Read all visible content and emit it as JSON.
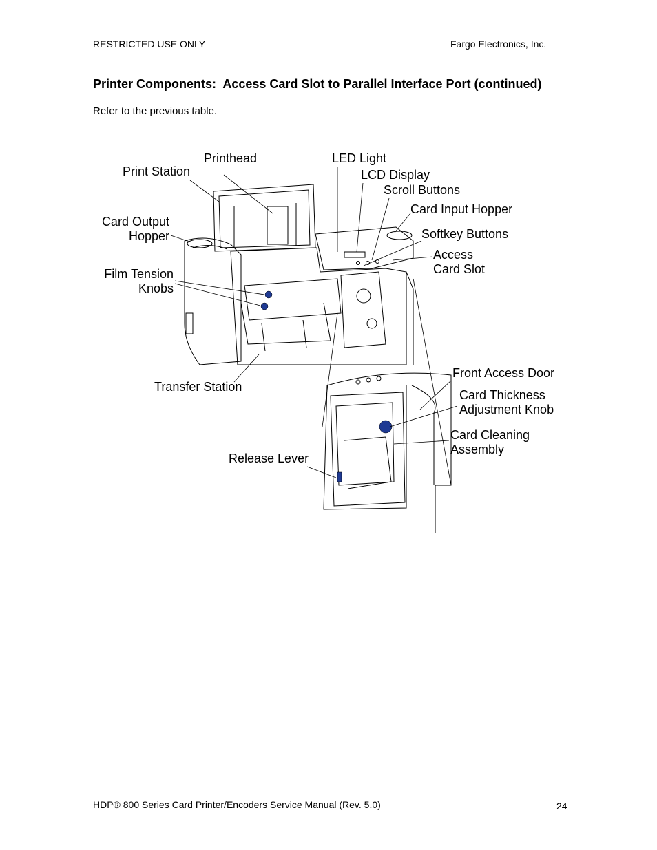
{
  "header": {
    "left": "RESTRICTED USE ONLY",
    "right": "Fargo Electronics, Inc."
  },
  "section_title": "Printer Components:  Access Card Slot to Parallel Interface Port (continued)",
  "intro": "Refer to the previous table.",
  "figure_labels": {
    "printhead": "Printhead",
    "print_station": "Print Station",
    "led_light": "LED Light",
    "lcd_display": "LCD Display",
    "scroll_buttons": "Scroll Buttons",
    "card_input_hopper": "Card Input Hopper",
    "card_output_hopper_1": "Card Output",
    "card_output_hopper_2": "Hopper",
    "softkey_buttons": "Softkey Buttons",
    "access_card_slot_1": "Access",
    "access_card_slot_2": "Card Slot",
    "film_tension_knobs_1": "Film Tension",
    "film_tension_knobs_2": "Knobs",
    "transfer_station": "Transfer Station",
    "front_access_door": "Front Access Door",
    "card_thickness_1": "Card Thickness",
    "card_thickness_2": "Adjustment Knob",
    "card_cleaning_1": "Card Cleaning",
    "card_cleaning_2": "Assembly",
    "release_lever": "Release Lever"
  },
  "colors": {
    "knob_blue": "#1f3a93",
    "line": "#000000"
  },
  "footer": {
    "left": "HDP® 800 Series Card Printer/Encoders Service Manual (Rev. 5.0)",
    "page_number": "24"
  }
}
